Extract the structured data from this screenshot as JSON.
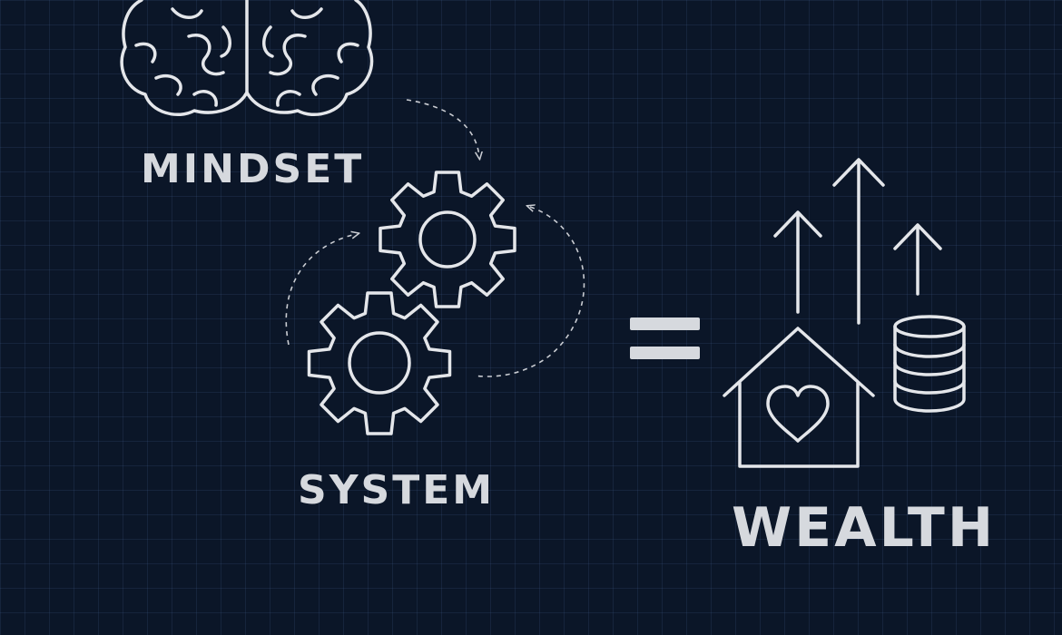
{
  "diagram": {
    "mindset": {
      "label": "MINDSET",
      "icon": "brain-icon"
    },
    "system": {
      "label": "SYSTEM",
      "icon": "gears-icon"
    },
    "operator": {
      "icon": "equals-icon"
    },
    "wealth": {
      "label": "WEALTH",
      "icons": [
        "house-heart-icon",
        "coin-stack-icon",
        "growth-arrows-icon"
      ]
    }
  },
  "colors": {
    "background": "#0b1628",
    "grid": "#2a3f60",
    "line": "#e4e6ea",
    "text": "#d6d9de"
  }
}
